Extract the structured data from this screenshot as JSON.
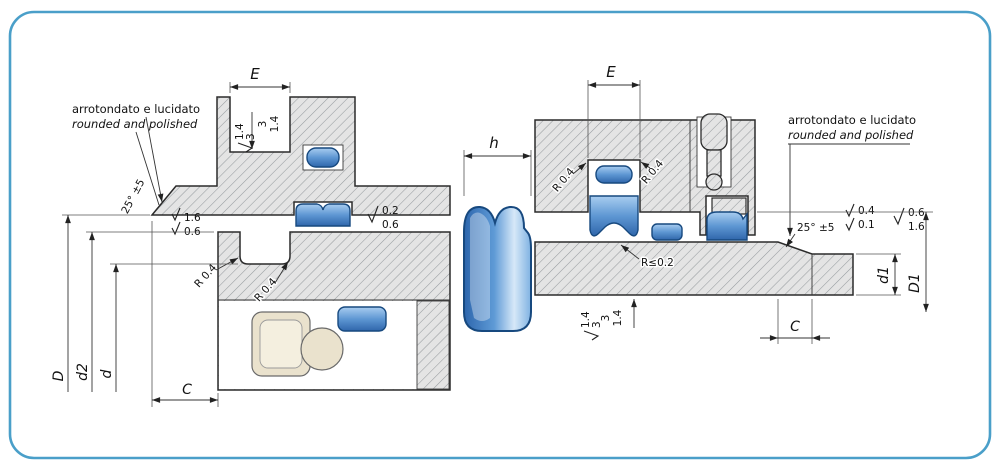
{
  "frame": {
    "border_color": "#4a9fc9"
  },
  "left": {
    "note_line1": "arrotondato  e lucidato",
    "note_line2": "rounded and polished",
    "angle_label": "25° ±5",
    "dim_E": "E",
    "dim_C": "C",
    "dim_D": "D",
    "dim_d2": "d2",
    "dim_d": "d",
    "radius_a": "R 0.4",
    "radius_b": "R 0.4",
    "rough_chamfer_top": "1.6",
    "rough_chamfer_bottom": "0.6",
    "rough_groove_top": "0.2",
    "rough_groove_bottom": "0.6",
    "rough_flank_top": "3",
    "rough_flank_bottom": "1.4",
    "rough_flank2_top": "1.4",
    "rough_flank2_bottom": "3"
  },
  "seal": {
    "dim_h": "h"
  },
  "right": {
    "note_line1": "arrotondato e lucidato",
    "note_line2": "rounded and polished",
    "angle_label": "25° ±5",
    "dim_E": "E",
    "dim_C": "C",
    "dim_d1": "d1",
    "dim_D1": "D1",
    "radius_a": "R 0.4",
    "radius_b": "R 0.4",
    "radius_max": "R≤0.2",
    "rough_flank_top": "3",
    "rough_flank_bottom": "1.4",
    "rough_flank2_top": "1.4",
    "rough_flank2_bottom": "3",
    "rough_chamfer_top": "0.4",
    "rough_chamfer_bottom": "0.1",
    "rough_rod_top": "0.6",
    "rough_rod_bottom": "1.6"
  }
}
